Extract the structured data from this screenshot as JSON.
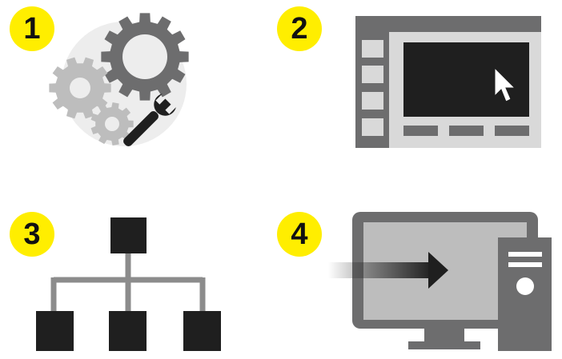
{
  "colors": {
    "badge_fill": "#FFEE00",
    "badge_text": "#111111",
    "dark": "#1F1F1F",
    "mid_gray": "#6D6D6E",
    "light_gray": "#BDBDBD",
    "lighter_gray": "#D9D9D9",
    "halo": "#EDEDED"
  },
  "steps": [
    {
      "number": "1",
      "icon": "gears-wrench-icon"
    },
    {
      "number": "2",
      "icon": "application-window-icon"
    },
    {
      "number": "3",
      "icon": "hierarchy-tree-icon"
    },
    {
      "number": "4",
      "icon": "computer-transfer-icon"
    }
  ]
}
